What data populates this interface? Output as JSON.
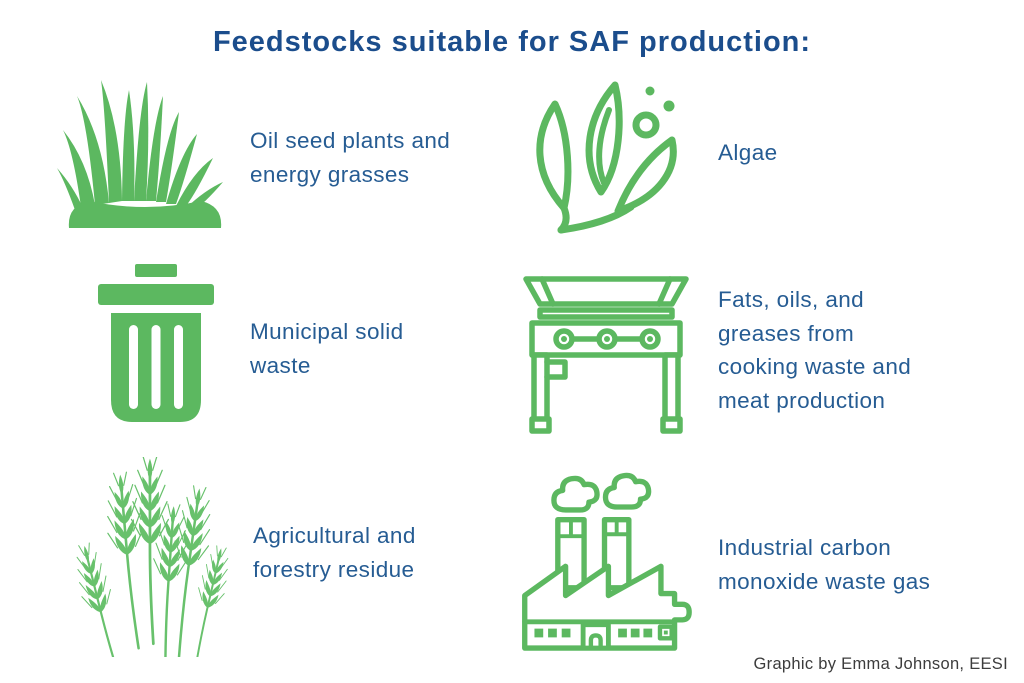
{
  "title": "Feedstocks suitable for SAF production:",
  "items": [
    {
      "icon": "grass-icon",
      "label": "Oil seed plants and\nenergy grasses"
    },
    {
      "icon": "algae-icon",
      "label": "Algae"
    },
    {
      "icon": "trash-icon",
      "label": "Municipal solid\nwaste"
    },
    {
      "icon": "grill-icon",
      "label": "Fats, oils, and\ngreases from\ncooking waste and\nmeat production"
    },
    {
      "icon": "wheat-icon",
      "label": "Agricultural and\nforestry residue"
    },
    {
      "icon": "factory-icon",
      "label": "Industrial carbon\nmonoxide waste gas"
    }
  ],
  "credit": "Graphic by Emma Johnson, EESI",
  "colors": {
    "icon_green": "#5CB860",
    "wheat_green": "#68C16C",
    "title_blue": "#1B4D8C",
    "text_blue": "#265C93",
    "credit_gray": "#3C3C3C"
  }
}
